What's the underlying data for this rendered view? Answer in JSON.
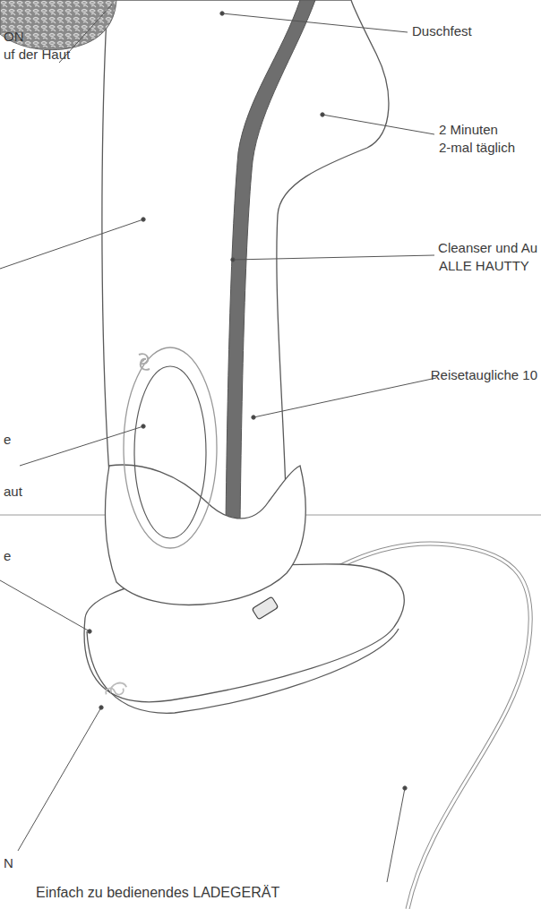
{
  "diagram": {
    "labels": [
      "Duschfest",
      "2 Minuten",
      "2-mal täglich",
      "Cleanser und Au",
      "ALLE HAUTTY",
      "Reisetaugliche 10",
      "ON",
      "uf der Haut",
      "e",
      "aut",
      "e",
      "N",
      "Einfach zu bedienendes LADEGERÄT"
    ]
  }
}
